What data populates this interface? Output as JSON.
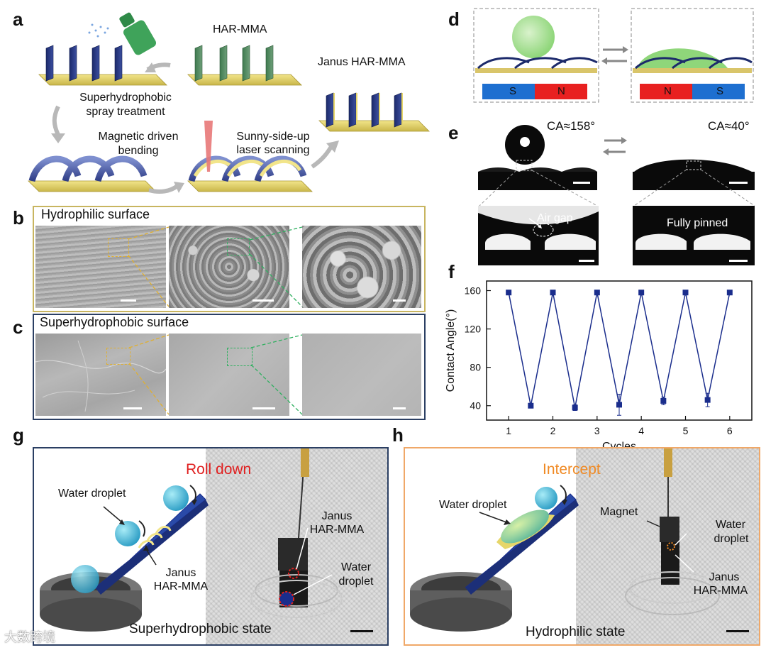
{
  "panel_labels": {
    "a": "a",
    "b": "b",
    "c": "c",
    "d": "d",
    "e": "e",
    "f": "f",
    "g": "g",
    "h": "h"
  },
  "panel_a": {
    "har_mma": "HAR-MMA",
    "janus": "Janus HAR-MMA",
    "spray_1": "Superhydrophobic",
    "spray_2": "spray treatment",
    "magnetic_1": "Magnetic driven",
    "magnetic_2": "bending",
    "laser_1": "Sunny-side-up",
    "laser_2": "laser scanning"
  },
  "panel_b": {
    "title": "Hydrophilic surface"
  },
  "panel_c": {
    "title": "Superhydrophobic surface"
  },
  "panel_d": {
    "magnet_left": [
      "S",
      "N"
    ],
    "magnet_right": [
      "N",
      "S"
    ]
  },
  "panel_e": {
    "ca_left": "CA≈158°",
    "ca_right": "CA≈40°",
    "air_gap": "Air gap",
    "fully_pinned": "Fully pinned"
  },
  "chart_data": {
    "type": "scatter",
    "xlabel": "Cycles",
    "ylabel": "Contact Angle(°)",
    "xlim": [
      0.5,
      6.5
    ],
    "ylim": [
      25,
      170
    ],
    "xticks": [
      1,
      2,
      3,
      4,
      5,
      6
    ],
    "yticks": [
      40,
      80,
      120,
      160
    ],
    "series": [
      {
        "x": [
          1,
          1.5,
          2,
          2.5,
          3,
          3.5,
          4,
          4.5,
          5,
          5.5,
          6
        ],
        "y": [
          158,
          40,
          158,
          38,
          158,
          41,
          158,
          45,
          158,
          46,
          158
        ],
        "yerr": [
          0,
          2,
          0,
          3,
          0,
          11,
          0,
          4,
          0,
          7,
          0
        ]
      }
    ],
    "color": "#1a2d8c"
  },
  "panel_g": {
    "title": "Roll down",
    "water_droplet": "Water droplet",
    "janus_1": "Janus",
    "janus_2": "HAR-MMA",
    "photo_janus_1": "Janus",
    "photo_janus_2": "HAR-MMA",
    "photo_water_1": "Water",
    "photo_water_2": "droplet",
    "state": "Superhydrophobic state"
  },
  "panel_h": {
    "title": "Intercept",
    "water_droplet": "Water droplet",
    "magnet": "Magnet",
    "water_1": "Water",
    "water_2": "droplet",
    "janus_1": "Janus",
    "janus_2": "HAR-MMA",
    "state": "Hydrophilic state"
  },
  "watermark": "大数跨境",
  "colors": {
    "accent_red": "#e02020",
    "accent_orange": "#f08a24",
    "frame_blue": "#2b3f63",
    "frame_gold": "#c8b560",
    "frame_orange": "#f0a868"
  }
}
